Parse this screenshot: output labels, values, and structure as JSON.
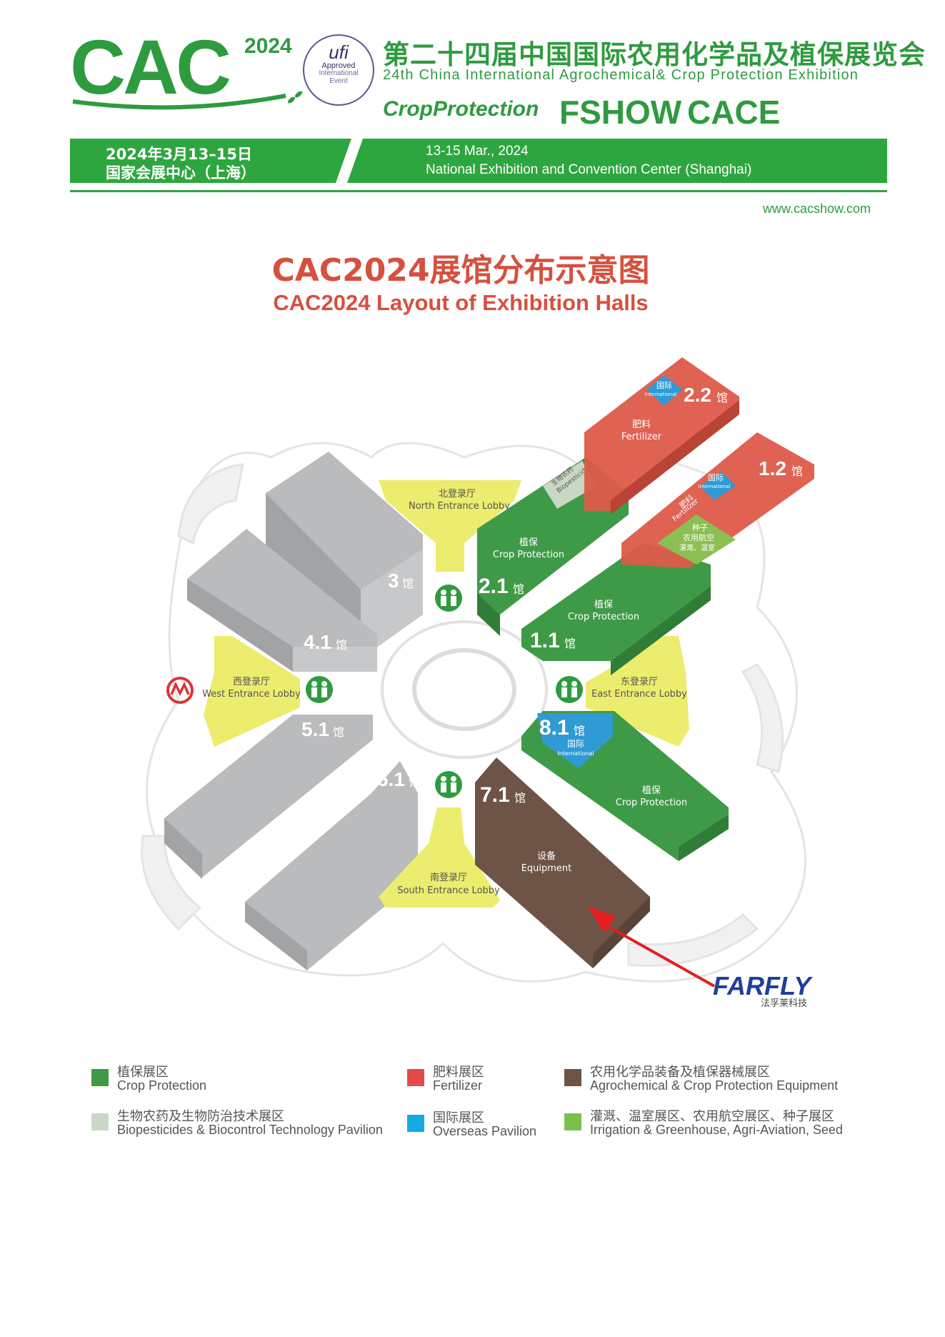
{
  "header": {
    "logo_text": "CAC",
    "logo_year": "2024",
    "ufi": {
      "brand": "ufi",
      "line1": "Approved",
      "line2": "International",
      "line3": "Event"
    },
    "title_cn": "第二十四届中国国际农用化学品及植保展览会",
    "title_en": "24th China International Agrochemical& Crop Protection Exhibition",
    "brands": [
      "CropProtection",
      "FSHOW",
      "CACE"
    ]
  },
  "info_band": {
    "date_cn": "2024年3月13–15日",
    "venue_cn": "国家会展中心（上海）",
    "date_en": "13-15 Mar., 2024",
    "venue_en": "National Exhibition and Convention Center (Shanghai)"
  },
  "website": "www.cacshow.com",
  "map": {
    "title_cn": "CAC2024展馆分布示意图",
    "title_en": "CAC2024 Layout of Exhibition Halls",
    "hall_suffix": "馆",
    "halls": {
      "h22": {
        "num": "2.2",
        "zone_cn": "肥料",
        "zone_en": "Fertilizer",
        "intl_cn": "国际",
        "intl_en": "International"
      },
      "h12": {
        "num": "1.2",
        "intl_cn": "国际",
        "intl_en": "International",
        "fert_cn": "肥料",
        "fert_en": "Fertilizer",
        "seed_cn": "种子",
        "seed_l2": "农用航空",
        "seed_l3": "灌溉、温室"
      },
      "h21": {
        "num": "2.1",
        "zone_cn": "植保",
        "zone_en": "Crop Protection",
        "bio_cn": "生物农药",
        "bio_en": "Biopesticides"
      },
      "h11": {
        "num": "1.1",
        "zone_cn": "植保",
        "zone_en": "Crop Protection"
      },
      "h81": {
        "num": "8.1",
        "intl_cn": "国际",
        "intl_en": "International",
        "zone_cn": "植保",
        "zone_en": "Crop Protection"
      },
      "h71": {
        "num": "7.1",
        "zone_cn": "设备",
        "zone_en": "Equipment"
      },
      "h3": {
        "num": "3"
      },
      "h41": {
        "num": "4.1"
      },
      "h51": {
        "num": "5.1"
      },
      "h61": {
        "num": "6.1"
      }
    },
    "lobbies": {
      "north": {
        "cn": "北登录厅",
        "en": "North Entrance Lobby"
      },
      "south": {
        "cn": "南登录厅",
        "en": "South Entrance Lobby"
      },
      "east": {
        "cn": "东登录厅",
        "en": "East Entrance Lobby"
      },
      "west": {
        "cn": "西登录厅",
        "en": "West Entrance Lobby"
      }
    },
    "marker": {
      "brand": "FARFLY",
      "sub": "法孚莱科技"
    }
  },
  "legend": [
    {
      "cn": "植保展区",
      "en": "Crop Protection",
      "color": "#3f9a48"
    },
    {
      "cn": "生物农药及生物防治技术展区",
      "en": "Biopesticides & Biocontrol Technology Pavilion",
      "color": "#c8d8c4"
    },
    {
      "cn": "肥料展区",
      "en": "Fertilizer",
      "color": "#e34a48"
    },
    {
      "cn": "国际展区",
      "en": "Overseas Pavilion",
      "color": "#17a8e6"
    },
    {
      "cn": "农用化学品装备及植保器械展区",
      "en": "Agrochemical & Crop Protection Equipment",
      "color": "#6e5446"
    },
    {
      "cn": "灌溉、温室展区、农用航空展区、种子展区",
      "en": "Irrigation & Greenhouse, Agri-Aviation, Seed",
      "color": "#7cc04c"
    }
  ],
  "colors": {
    "brand_green": "#2e9b3f",
    "title_red": "#d6503f"
  }
}
